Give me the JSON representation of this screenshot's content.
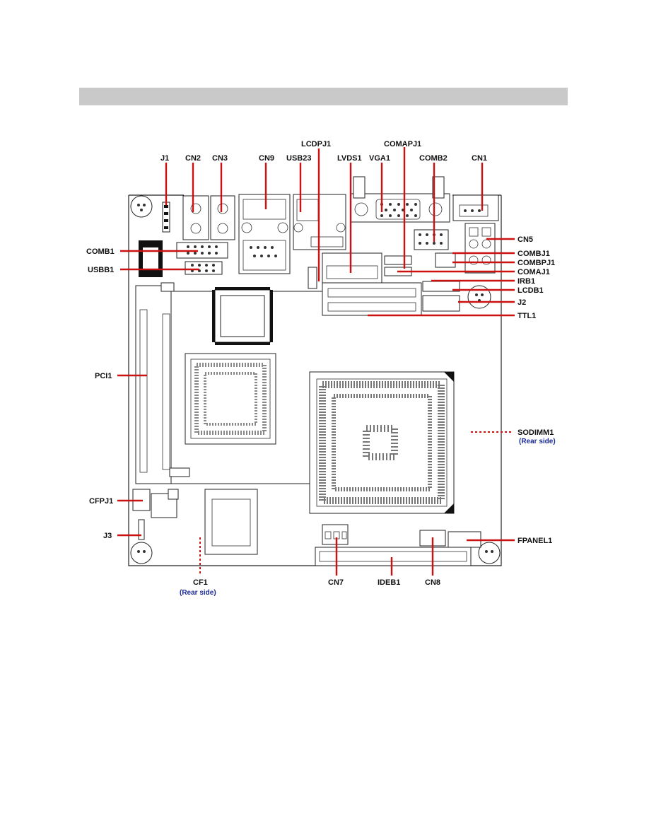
{
  "colors": {
    "leader": "#cc1111",
    "rear_note": "#1a2a9a",
    "header_bar": "#c9c9c9"
  },
  "labels": {
    "J1": "J1",
    "CN2": "CN2",
    "CN3": "CN3",
    "CN9": "CN9",
    "USB23": "USB23",
    "LCDPJ1": "LCDPJ1",
    "LVDS1": "LVDS1",
    "VGA1": "VGA1",
    "COMAPJ1": "COMAPJ1",
    "COMB2": "COMB2",
    "CN1": "CN1",
    "CN5": "CN5",
    "COMBJ1": "COMBJ1",
    "COMBPJ1": "COMBPJ1",
    "COMAJ1": "COMAJ1",
    "IRB1": "IRB1",
    "LCDB1": "LCDB1",
    "J2": "J2",
    "TTL1": "TTL1",
    "COMB1": "COMB1",
    "USBB1": "USBB1",
    "PCI1": "PCI1",
    "SODIMM1": "SODIMM1",
    "CFPJ1": "CFPJ1",
    "J3": "J3",
    "FPANEL1": "FPANEL1",
    "CF1": "CF1",
    "CN7": "CN7",
    "IDEB1": "IDEB1",
    "CN8": "CN8",
    "rear_side": "(Rear side)"
  }
}
